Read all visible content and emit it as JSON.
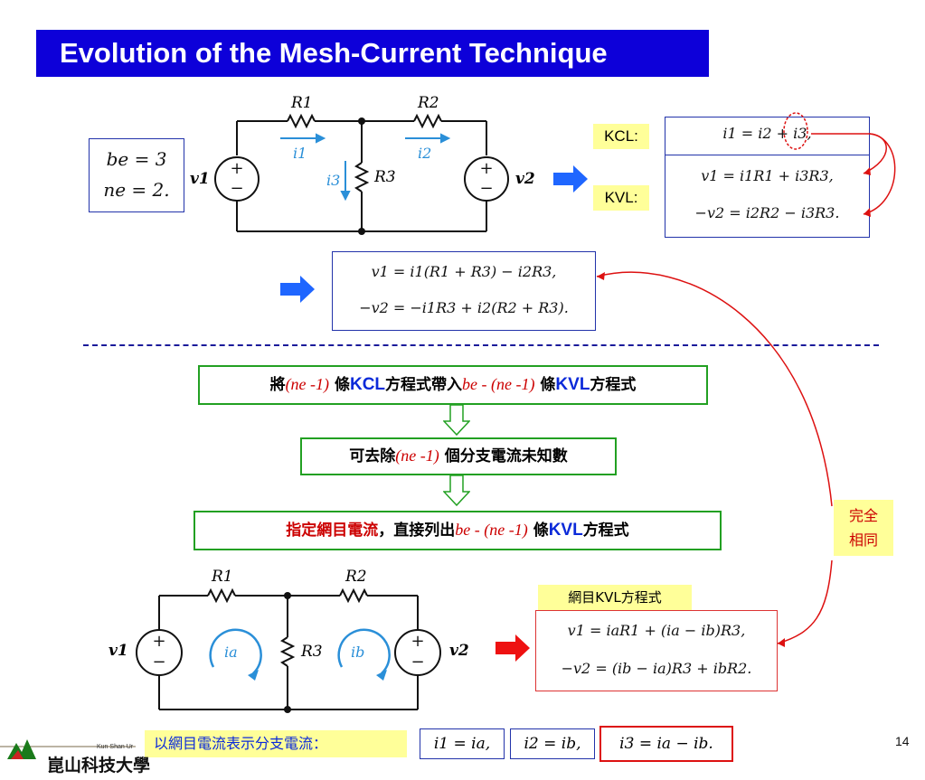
{
  "title": "Evolution of the Mesh-Current Technique",
  "be_ne": {
    "line1": "be = 3",
    "line2": "ne = 2."
  },
  "circuit1": {
    "R1": "R1",
    "R2": "R2",
    "R3": "R3",
    "v1": "v1",
    "v2": "v2",
    "i1": "i1",
    "i2": "i2",
    "i3": "i3"
  },
  "labels": {
    "kcl": "KCL:",
    "kvl": "KVL:"
  },
  "kcl_eq": "i1 = i2 + i3,",
  "kvl_eq1": "v1 = i1R1 + i3R3,",
  "kvl_eq2": "−v2 = i2R2 − i3R3.",
  "combined_eq1": "v1 = i1(R1 + R3) − i2R3,",
  "combined_eq2": "−v2 = −i1R3 + i2(R2 + R3).",
  "step1": {
    "prefix": "將",
    "expr1": "(ne -1)",
    "mid1": "條",
    "kcl": "KCL",
    "mid2": "方程式帶入",
    "expr2": "be - (ne -1)",
    "mid3": "條",
    "kvl": "KVL",
    "suffix": "方程式"
  },
  "step2": {
    "prefix": "可去除",
    "expr": "(ne -1)",
    "suffix": "個分支電流未知數"
  },
  "step3": {
    "red": "指定網目電流",
    "mid": "，直接列出",
    "expr": "be - (ne -1)",
    "mid2": "條",
    "kvl": "KVL",
    "suffix": "方程式"
  },
  "same_note": {
    "line1": "完全",
    "line2": "相同"
  },
  "circuit2": {
    "R1": "R1",
    "R2": "R2",
    "R3": "R3",
    "v1": "v1",
    "v2": "v2",
    "ia": "ia",
    "ib": "ib"
  },
  "mesh_kvl_label": "網目KVL方程式",
  "mesh_eq1": "v1 = iaR1 + (ia − ib)R3,",
  "mesh_eq2": "−v2 = (ib − ia)R3 + ibR2.",
  "branch_label": "以網目電流表示分支電流：",
  "branch_eq1": "i1 = ia,",
  "branch_eq2": "i2 = ib,",
  "branch_eq3": "i3 = ia − ib.",
  "page_number": "14",
  "logo": {
    "school_en": "Kun Shan Ur",
    "school_zh": "崑山科技大學"
  },
  "colors": {
    "title_bg": "#0d00d9",
    "arrow_blue": "#1f66ff",
    "arrow_red": "#ee1111",
    "green": "#22a022",
    "red_line": "#dd1111"
  }
}
